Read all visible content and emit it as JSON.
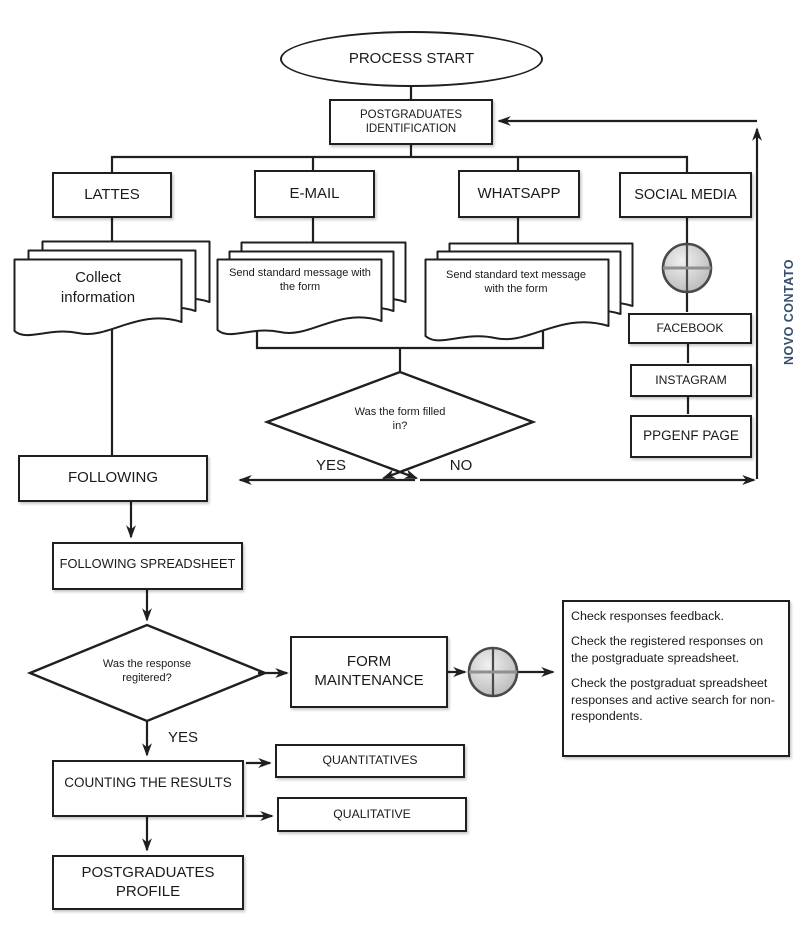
{
  "diagram": {
    "start_label": "PROCESS START",
    "identification_label": "POSTGRADUATES IDENTIFICATION",
    "channels": {
      "lattes": "LATTES",
      "email": "E-MAIL",
      "whatsapp": "WHATSAPP",
      "social_media": "SOCIAL MEDIA"
    },
    "documents": {
      "lattes": "Collect information",
      "email": "Send standard message with the form",
      "whatsapp": "Send standard text message with the form"
    },
    "social_pages": {
      "facebook": "FACEBOOK",
      "instagram": "INSTAGRAM",
      "ppgenf": "PPGENF PAGE"
    },
    "novo_contato_label": "NOVO CONTATO",
    "decision_form": "Was the form filled in?",
    "decision_form_yes": "YES",
    "decision_form_no": "NO",
    "following_label": "FOLLOWING",
    "following_spreadsheet_label": "FOLLOWING SPREADSHEET",
    "decision_response": "Was the response regitered?",
    "decision_response_yes": "YES",
    "form_maintenance_label": "FORM MAINTENANCE",
    "checklist": [
      "Check responses feedback.",
      "Check the registered responses on the postgraduate spreadsheet.",
      "Check the postgraduat spreadsheet responses and active search for non-respondents."
    ],
    "counting_label": "COUNTING THE RESULTS",
    "quantitatives_label": "QUANTITATIVES",
    "qualitative_label": "QUALITATIVE",
    "profile_label": "POSTGRADUATES PROFILE",
    "colors": {
      "line": "#1f1f1f",
      "accent_text": "#36506b",
      "connector_fill": "#c9c9c9"
    }
  }
}
